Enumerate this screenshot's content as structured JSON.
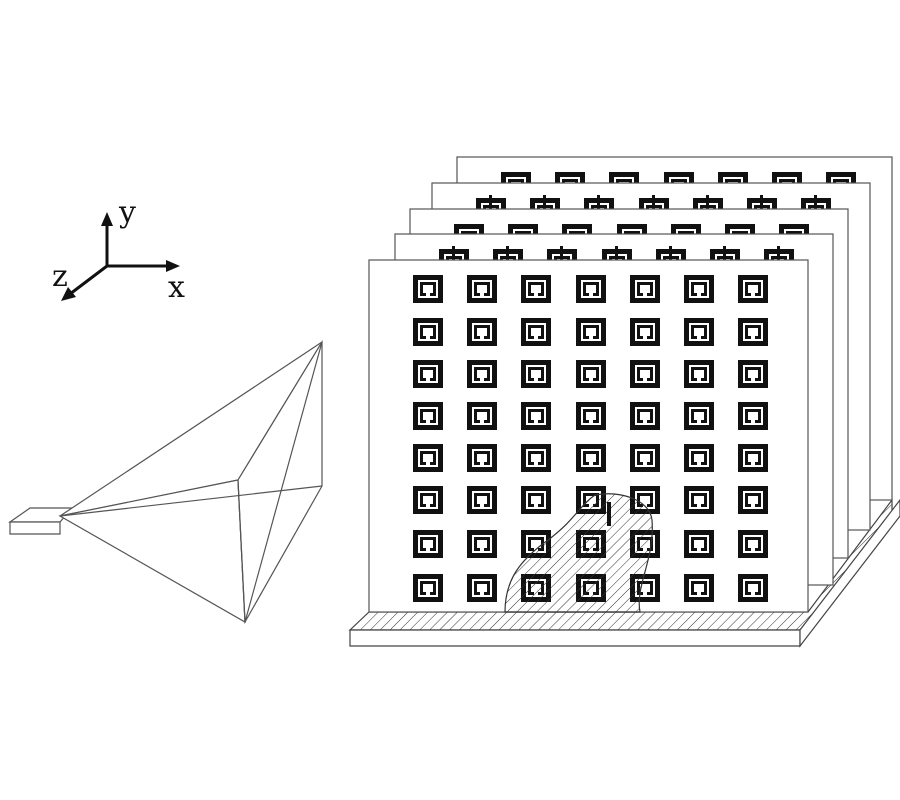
{
  "axes": {
    "x_label": "x",
    "y_label": "y",
    "z_label": "z"
  },
  "array": {
    "rows": 8,
    "columns": 7,
    "boards": 5
  },
  "colors": {
    "line": "#444444",
    "cell": "#111111",
    "background": "#ffffff"
  }
}
